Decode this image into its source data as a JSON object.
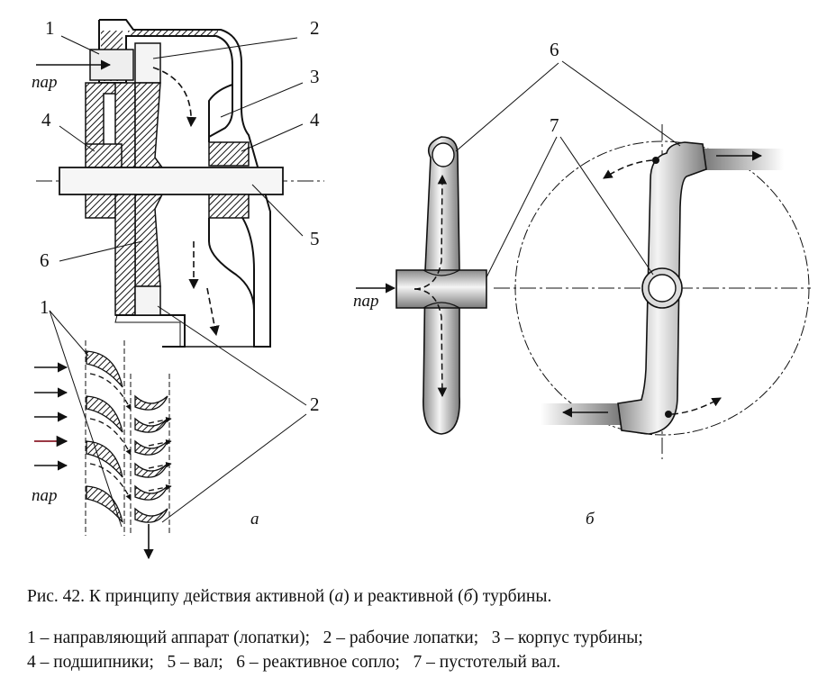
{
  "figure": {
    "panel_a_labels": [
      "1",
      "2",
      "3",
      "4",
      "4",
      "5",
      "6",
      "1",
      "2"
    ],
    "panel_b_labels": [
      "6",
      "7"
    ],
    "steam_label": "пар",
    "sublabel_a": "а",
    "sublabel_b": "б"
  },
  "caption": {
    "prefix": "Рис. 42. К принципу действия активной (",
    "a": "а",
    "middle": ") и реактивной (",
    "b": "б",
    "suffix": ") турбины."
  },
  "legend": {
    "line1": "1 – направляющий аппарат (лопатки);   2 – рабочие лопатки;   3 – корпус турбины;",
    "line2": "4 – подшипники;   5 – вал;   6 – реактивное сопло;   7 – пустотелый вал."
  },
  "colors": {
    "line": "#111111",
    "shaft_dark": "#8a8a8a",
    "shaft_light": "#f0f0f0",
    "accent_arrow": "#8b1c2a"
  }
}
